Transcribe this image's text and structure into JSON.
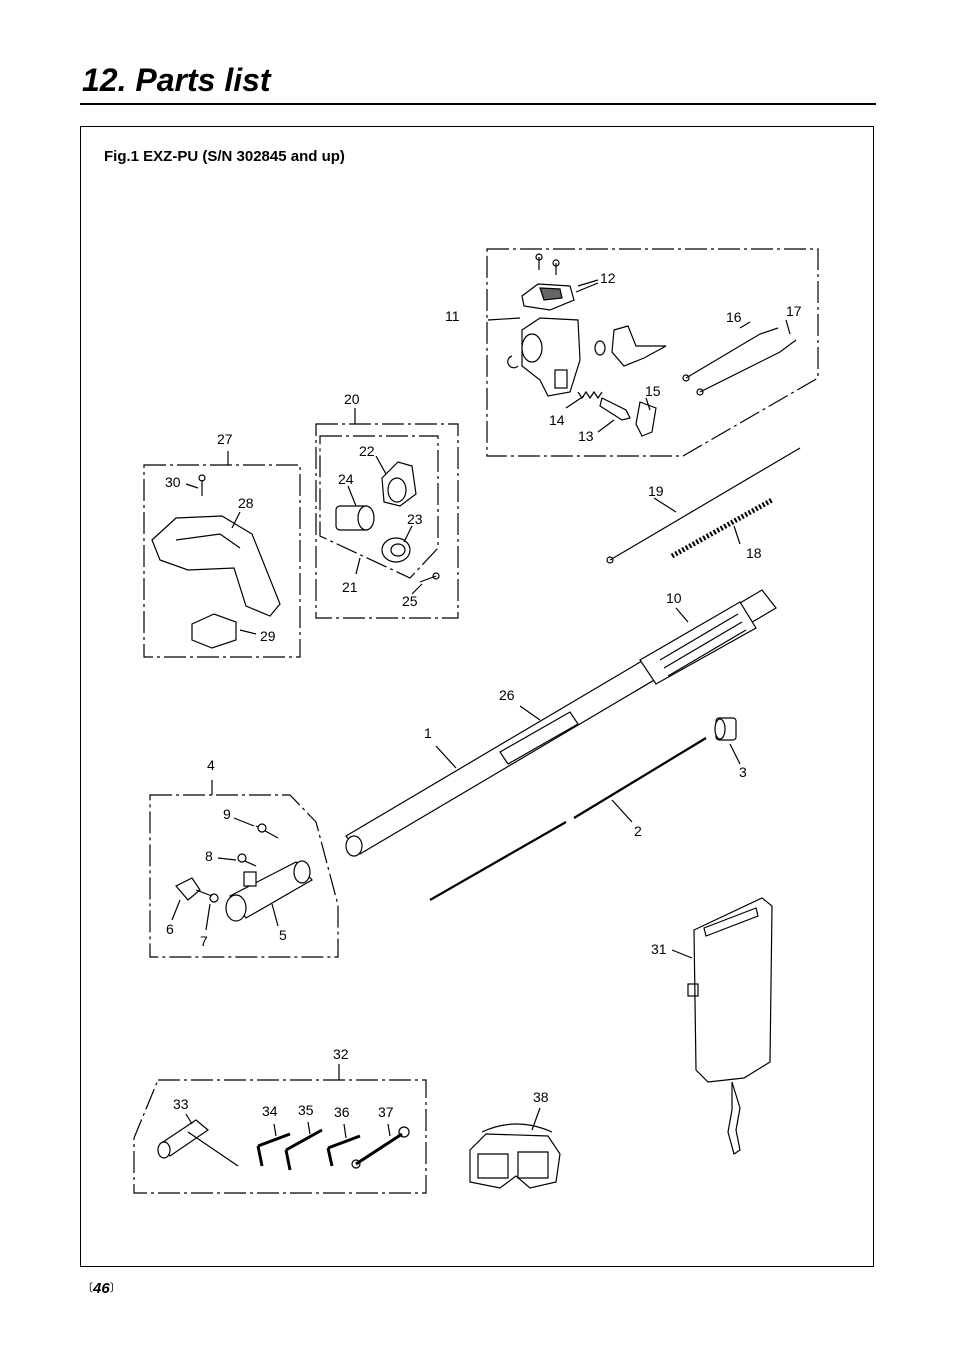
{
  "page": {
    "title": "12. Parts list",
    "figure_caption": "Fig.1 EXZ-PU  (S/N 302845 and up)",
    "page_number": "46"
  },
  "callouts": [
    {
      "id": "1",
      "text": "1"
    },
    {
      "id": "2",
      "text": "2"
    },
    {
      "id": "3",
      "text": "3"
    },
    {
      "id": "4",
      "text": "4"
    },
    {
      "id": "5",
      "text": "5"
    },
    {
      "id": "6",
      "text": "6"
    },
    {
      "id": "7",
      "text": "7"
    },
    {
      "id": "8",
      "text": "8"
    },
    {
      "id": "9",
      "text": "9"
    },
    {
      "id": "10",
      "text": "10"
    },
    {
      "id": "11",
      "text": "11"
    },
    {
      "id": "12",
      "text": "12"
    },
    {
      "id": "13",
      "text": "13"
    },
    {
      "id": "14",
      "text": "14"
    },
    {
      "id": "15",
      "text": "15"
    },
    {
      "id": "16",
      "text": "16"
    },
    {
      "id": "17",
      "text": "17"
    },
    {
      "id": "18",
      "text": "18"
    },
    {
      "id": "19",
      "text": "19"
    },
    {
      "id": "20",
      "text": "20"
    },
    {
      "id": "21",
      "text": "21"
    },
    {
      "id": "22",
      "text": "22"
    },
    {
      "id": "23",
      "text": "23"
    },
    {
      "id": "24",
      "text": "24"
    },
    {
      "id": "25",
      "text": "25"
    },
    {
      "id": "26",
      "text": "26"
    },
    {
      "id": "27",
      "text": "27"
    },
    {
      "id": "28",
      "text": "28"
    },
    {
      "id": "29",
      "text": "29"
    },
    {
      "id": "30",
      "text": "30"
    },
    {
      "id": "31",
      "text": "31"
    },
    {
      "id": "32",
      "text": "32"
    },
    {
      "id": "33",
      "text": "33"
    },
    {
      "id": "34",
      "text": "34"
    },
    {
      "id": "35",
      "text": "35"
    },
    {
      "id": "36",
      "text": "36"
    },
    {
      "id": "37",
      "text": "37"
    },
    {
      "id": "38",
      "text": "38"
    }
  ]
}
